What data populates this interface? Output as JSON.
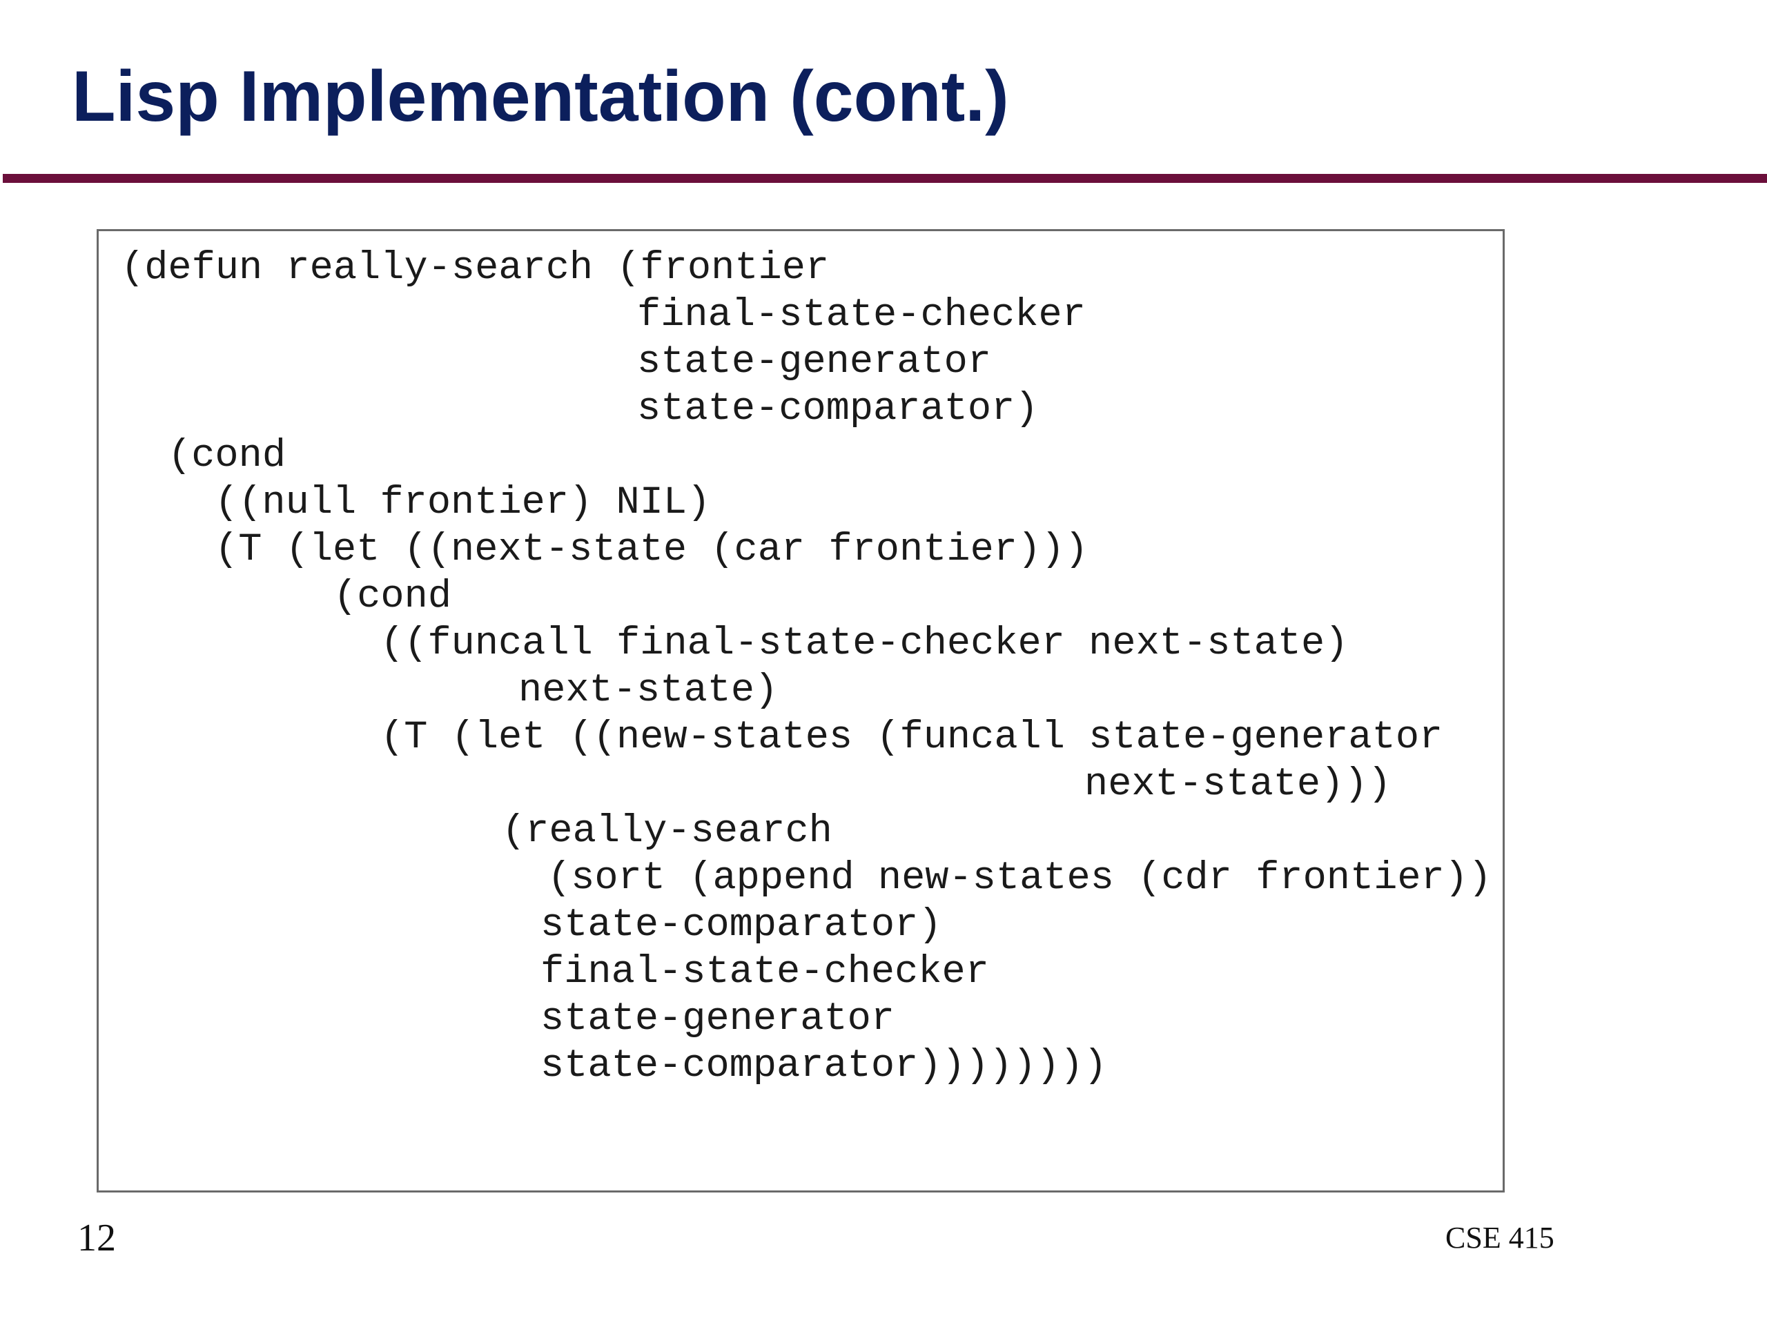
{
  "slide": {
    "title": "Lisp Implementation (cont.)",
    "page_number": "12",
    "course": "CSE 415",
    "colors": {
      "title": "#0c1f5c",
      "rule": "#6b0f3b",
      "box_border": "#6a6a6a"
    }
  },
  "code": {
    "lines": [
      "(defun really-search (frontier",
      "final-state-checker",
      "state-generator",
      "state-comparator)",
      "(cond",
      "((null frontier) NIL)",
      "(T (let ((next-state (car frontier)))",
      "(cond",
      "((funcall final-state-checker next-state)",
      "next-state)",
      "(T (let ((new-states (funcall state-generator",
      "next-state)))",
      "(really-search",
      "(sort (append new-states (cdr frontier))",
      "state-comparator)",
      "final-state-checker",
      "state-generator",
      "state-comparator))))))))"
    ]
  }
}
